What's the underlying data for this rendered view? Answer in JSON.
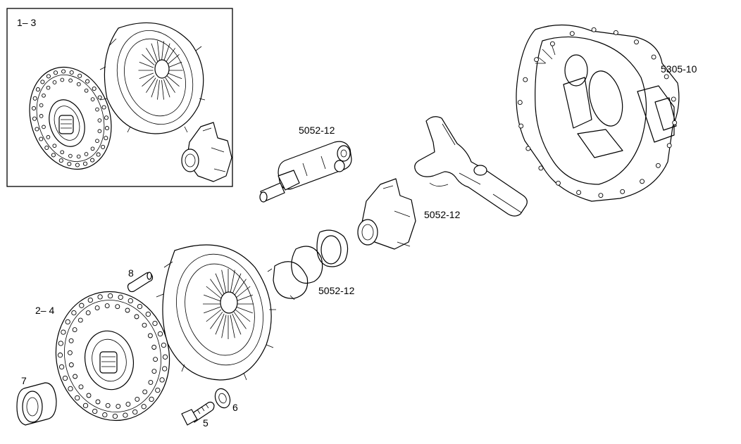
{
  "diagram": {
    "inset_label": "1– 3",
    "callouts": {
      "housing": "5305-10",
      "slave_cylinder": "5052-12",
      "fork": "5052-12",
      "snap_ring": "5052-12",
      "disc": "2– 4",
      "pin": "8",
      "bearing": "7",
      "bolt": "5",
      "washer": "6"
    }
  }
}
